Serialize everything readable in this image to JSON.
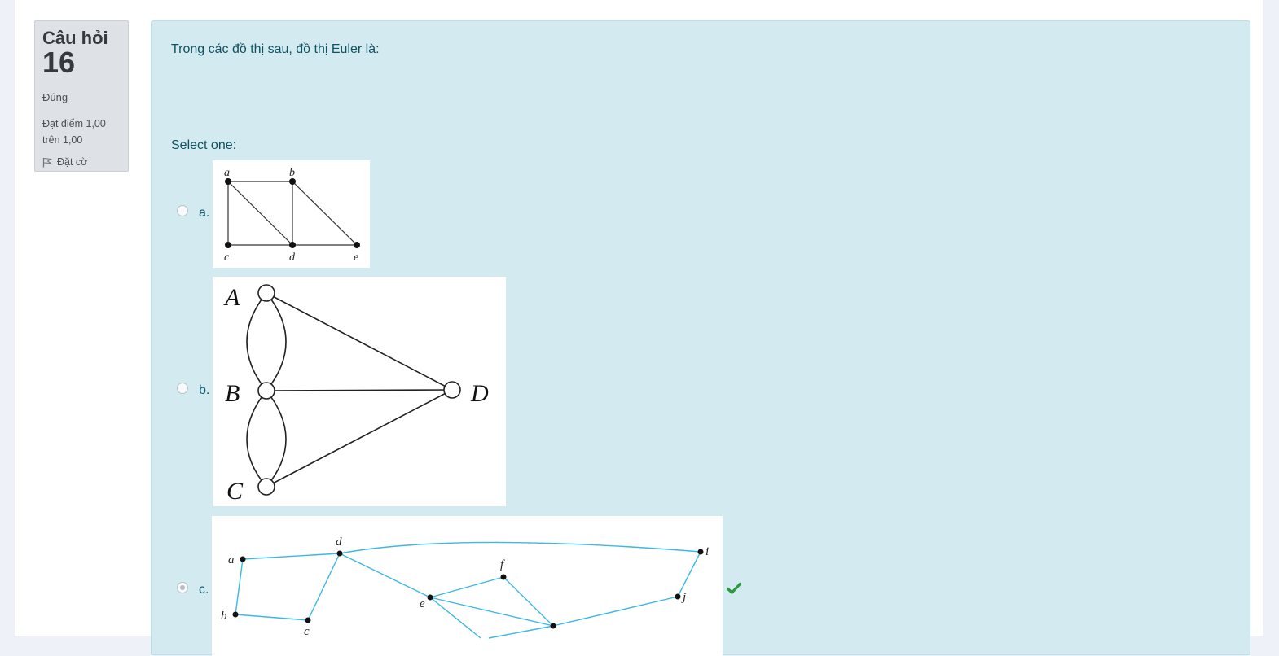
{
  "info": {
    "question_word": "Câu hỏi",
    "question_number": "16",
    "state": "Đúng",
    "grade_line1": "Đạt điểm 1,00",
    "grade_line2": "trên 1,00",
    "flag_label": "Đặt cờ"
  },
  "question": {
    "text": "Trong các đồ thị sau, đồ thị Euler là:",
    "prompt": "Select one:"
  },
  "options": [
    {
      "letter": "a.",
      "selected": false,
      "vertices": [
        "a",
        "b",
        "c",
        "d",
        "e"
      ]
    },
    {
      "letter": "b.",
      "selected": false,
      "vertices": [
        "A",
        "B",
        "C",
        "D"
      ]
    },
    {
      "letter": "c.",
      "selected": true,
      "correct": true,
      "vertices": [
        "a",
        "b",
        "c",
        "d",
        "e",
        "f",
        "i",
        "j"
      ]
    }
  ],
  "colors": {
    "graph_c_edges": "#3bb8e6",
    "correct_check": "#2b9a3b"
  }
}
